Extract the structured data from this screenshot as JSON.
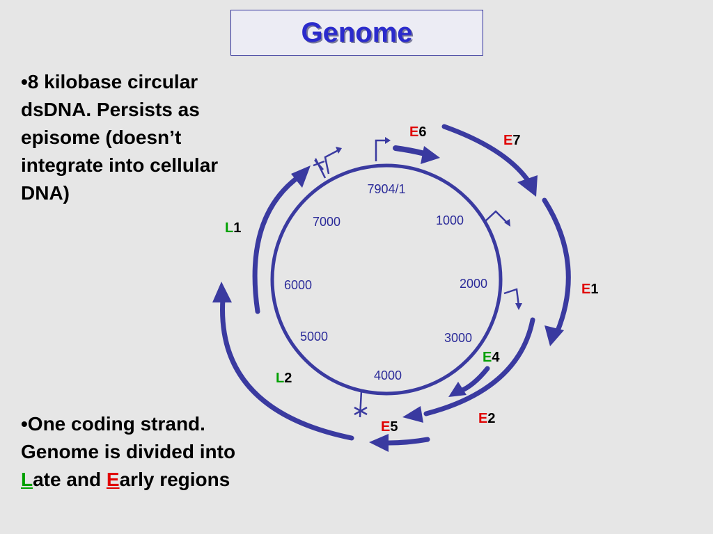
{
  "title": "Genome",
  "bullet1": "•8 kilobase circular dsDNA. Persists as episome (doesn’t integrate into cellular DNA)",
  "bullet2": {
    "intro": "•One coding strand. Genome is divided into ",
    "late_letter": "L",
    "late_rest": "ate and ",
    "early_letter": "E",
    "early_rest": "arly regions"
  },
  "positions": [
    "7904/1",
    "1000",
    "2000",
    "3000",
    "4000",
    "5000",
    "6000",
    "7000"
  ],
  "genes": {
    "E6": {
      "letter": "E",
      "num": "6"
    },
    "E7": {
      "letter": "E",
      "num": "7"
    },
    "E1": {
      "letter": "E",
      "num": "1"
    },
    "E4": {
      "letter": "E",
      "num": "4"
    },
    "E2": {
      "letter": "E",
      "num": "2"
    },
    "E5": {
      "letter": "E",
      "num": "5"
    },
    "L1": {
      "letter": "L",
      "num": "1"
    },
    "L2": {
      "letter": "L",
      "num": "2"
    }
  },
  "colors": {
    "early_letter": "#e00000",
    "late_letter": "#00a000",
    "arrows": "#3a3aa0",
    "title": "#2b2bcc"
  }
}
